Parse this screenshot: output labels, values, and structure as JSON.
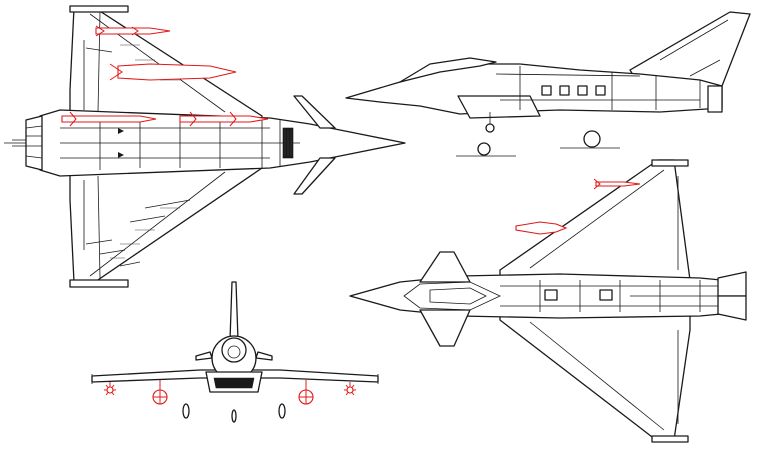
{
  "colors": {
    "background": "#ffffff",
    "outline": "#1a1a1a",
    "stores": "#e01818"
  },
  "views": [
    {
      "name": "top-view",
      "stores": [
        "wingtip-pod",
        "missile",
        "drop-tank",
        "missile",
        "missile"
      ]
    },
    {
      "name": "side-view",
      "stores": []
    },
    {
      "name": "bottom-view",
      "stores": [
        "missile",
        "drop-tank"
      ]
    },
    {
      "name": "front-view",
      "stores": [
        "missile",
        "drop-tank",
        "drop-tank",
        "missile"
      ]
    }
  ]
}
